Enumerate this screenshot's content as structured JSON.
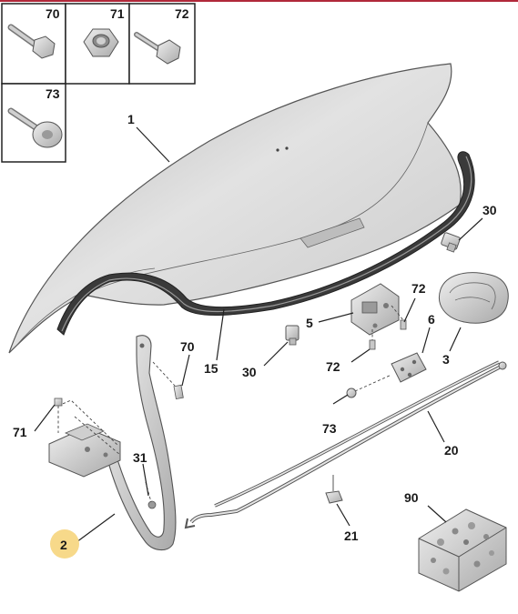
{
  "parts": {
    "p1": "1",
    "p2": "2",
    "p3": "3",
    "p5": "5",
    "p6": "6",
    "p15": "15",
    "p20": "20",
    "p21": "21",
    "p30a": "30",
    "p30b": "30",
    "p31": "31",
    "p70a": "70",
    "p70b": "70",
    "p71a": "71",
    "p71b": "71",
    "p72a": "72",
    "p72b": "72",
    "p72c": "72",
    "p73a": "73",
    "p73b": "73",
    "p90": "90"
  },
  "colors": {
    "highlight": "#f7d98a",
    "accent_line": "#b0283a",
    "part_fill": "#d9d9d9",
    "part_edge": "#555555"
  }
}
